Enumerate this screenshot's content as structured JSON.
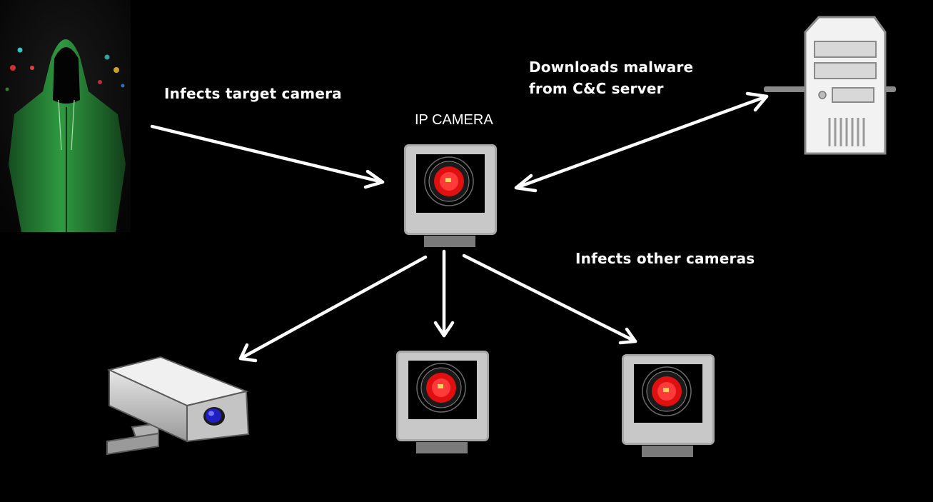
{
  "labels": {
    "infects_target": "Infects target camera",
    "downloads_line1": "Downloads malware",
    "downloads_line2": "from C&C server",
    "infects_others": "Infects other cameras",
    "ip_camera": "IP CAMERA"
  },
  "icons": {
    "attacker": "hooded-hacker-icon",
    "server": "cnc-server-icon",
    "main_camera": "ip-camera-icon",
    "cctv": "cctv-camera-icon",
    "camera_2": "ip-camera-icon",
    "camera_3": "ip-camera-icon"
  },
  "colors": {
    "background": "#000000",
    "arrow": "#ffffff",
    "hoodie": "#2a8a3a",
    "lens_red": "#e01010",
    "lens_blue": "#2020c0",
    "camera_gray": "#c8c8c8"
  }
}
